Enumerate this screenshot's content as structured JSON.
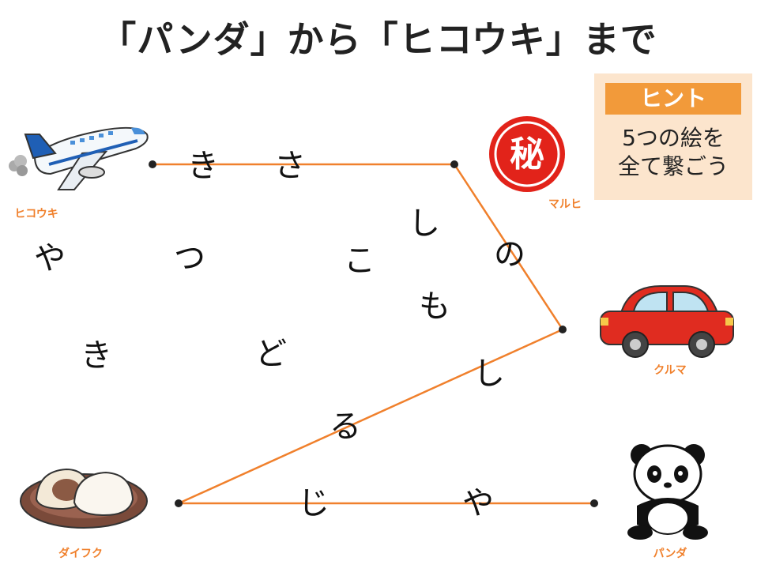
{
  "title": "「パンダ」から「ヒコウキ」まで",
  "hint": {
    "label": "ヒント",
    "line1": "5つの絵を",
    "line2": "全て繋ごう"
  },
  "pictures": {
    "airplane": {
      "label": "ヒコウキ",
      "icon": "airplane-icon"
    },
    "secret": {
      "label": "マルヒ",
      "icon": "maruhi-stamp-icon",
      "stamp_text": "秘"
    },
    "car": {
      "label": "クルマ",
      "icon": "car-icon"
    },
    "daifuku": {
      "label": "ダイフク",
      "icon": "daifuku-icon"
    },
    "panda": {
      "label": "パンダ",
      "icon": "panda-icon"
    }
  },
  "chars": {
    "c1": "き",
    "c2": "さ",
    "c3": "し",
    "c4": "や",
    "c5": "つ",
    "c6": "こ",
    "c7": "の",
    "c8": "も",
    "c9": "き",
    "c10": "ど",
    "c11": "し",
    "c12": "る",
    "c13": "じ",
    "c14": "や"
  },
  "colors": {
    "line": "#f0802c",
    "label": "#f0802c",
    "hint_bg": "#fce5cd",
    "hint_label_bg": "#f29a3a",
    "stamp": "#e2231a"
  }
}
